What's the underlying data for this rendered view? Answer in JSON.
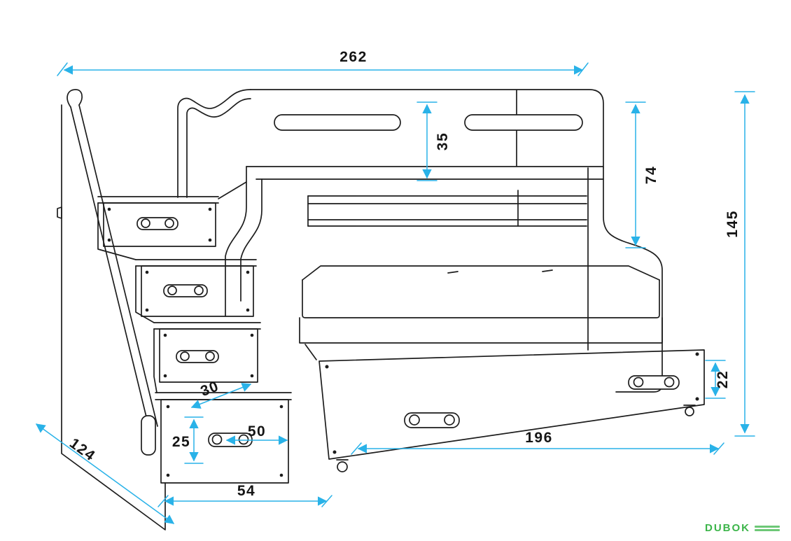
{
  "colors": {
    "background": "#ffffff",
    "line": "#1d1d1d",
    "dimension": "#29b2e8",
    "logo": "#3cb54a"
  },
  "drawing": {
    "subject": "bunk bed with stair drawers and under-bed drawer, dimensioned technical line drawing"
  },
  "dimensions": {
    "overall_width": "262",
    "overall_height": "145",
    "upper_section_height": "74",
    "guard_rail_height": "35",
    "underbed_drawer_height": "22",
    "underbed_drawer_length": "196",
    "bottom_step_width": "54",
    "depth": "124",
    "step_depth": "30",
    "step_rise": "25",
    "step_handle_width": "50"
  },
  "logo": {
    "text": "DUBOK"
  }
}
